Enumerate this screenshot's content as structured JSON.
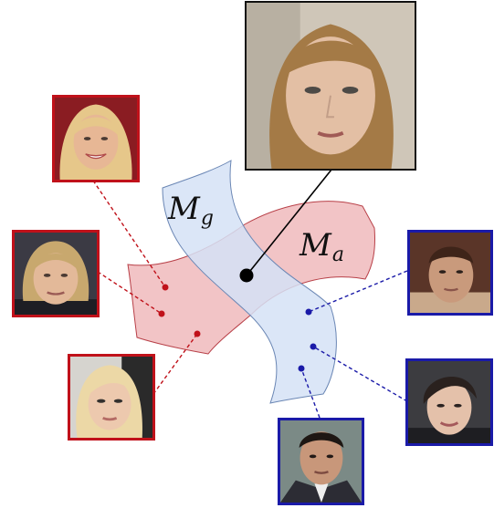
{
  "labels": {
    "manifold_g": {
      "base": "M",
      "sub": "g"
    },
    "manifold_a": {
      "base": "M",
      "sub": "a"
    }
  },
  "colors": {
    "red_frame": "#c0111a",
    "blue_frame": "#1a1aa8",
    "red_manifold_fill": "#f2c4c6",
    "blue_manifold_fill": "#d5e2f6",
    "red_marker": "#c0111a",
    "blue_marker": "#1a1aa8",
    "center_marker": "#000000"
  },
  "icons": {
    "red_faces": [
      "face-photo-icon",
      "face-photo-icon",
      "face-photo-icon"
    ],
    "blue_faces": [
      "face-photo-icon",
      "face-photo-icon",
      "face-photo-icon"
    ],
    "center_face": "face-photo-icon"
  }
}
